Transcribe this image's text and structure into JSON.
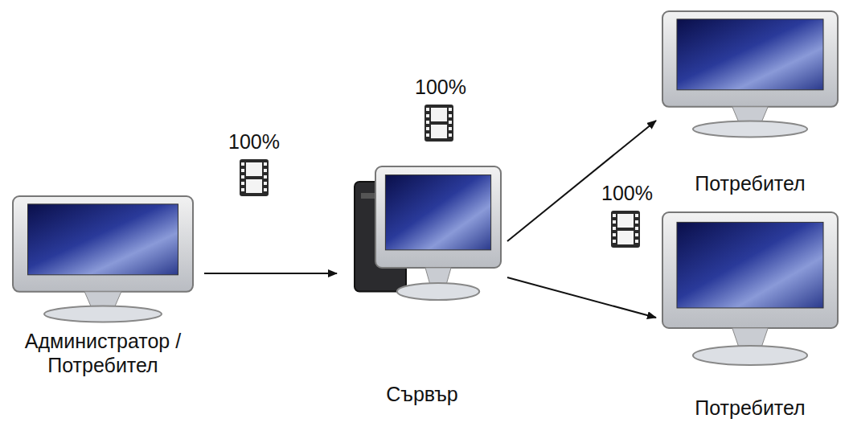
{
  "diagram": {
    "nodes": [
      {
        "text": [
          "Администратор / Потребител"
        ]
      },
      {
        "text": [
          "Сървър"
        ]
      },
      {
        "text": [
          "Потребител"
        ]
      },
      {
        "text": [
          "Потребител"
        ]
      }
    ],
    "edges": [
      {
        "from": 0,
        "to": 1,
        "arrow": "to"
      },
      {
        "from": 1,
        "to": 2,
        "arrow": "to"
      },
      {
        "from": 1,
        "to": 3,
        "arrow": "to"
      }
    ],
    "labels": [
      "100%",
      "100%",
      "100%"
    ]
  }
}
